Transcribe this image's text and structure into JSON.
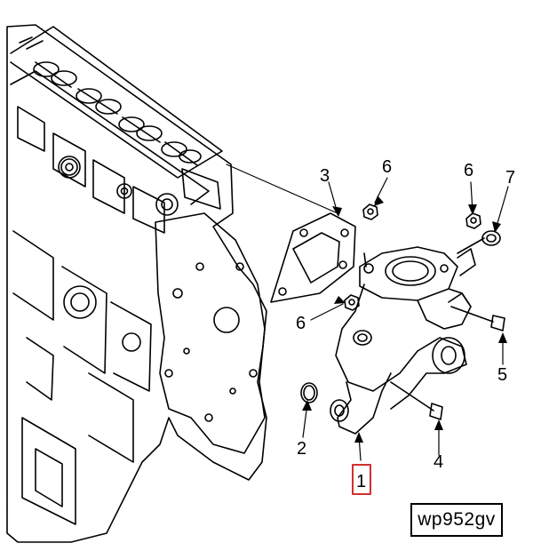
{
  "callouts": [
    {
      "id": "1",
      "label": "1",
      "highlighted": true,
      "highlight_color": "#d32f2f"
    },
    {
      "id": "2",
      "label": "2"
    },
    {
      "id": "3",
      "label": "3"
    },
    {
      "id": "4",
      "label": "4"
    },
    {
      "id": "5",
      "label": "5"
    },
    {
      "id": "6a",
      "label": "6"
    },
    {
      "id": "6b",
      "label": "6"
    },
    {
      "id": "6c",
      "label": "6"
    },
    {
      "id": "7",
      "label": "7"
    }
  ],
  "reference_code": "wp952gv",
  "colors": {
    "line": "#000000",
    "background": "#ffffff",
    "highlight": "#d32f2f"
  }
}
